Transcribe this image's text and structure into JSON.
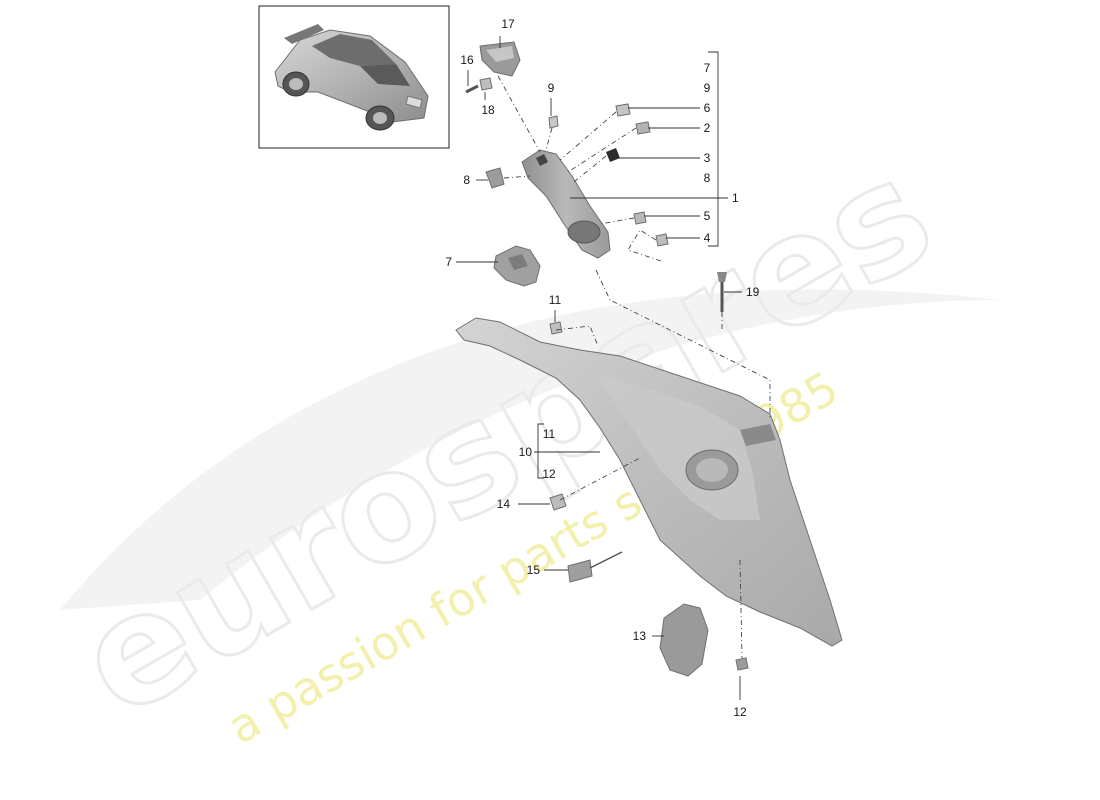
{
  "watermark": {
    "brand": "eurospares",
    "tagline": "a passion for parts since 1985",
    "brand_color": "#e9e9e9",
    "tagline_color": "#f2f0a8"
  },
  "callouts": {
    "c1": "1",
    "c2": "2",
    "c3a": "3",
    "c3b": "8",
    "c4": "4",
    "c5": "5",
    "c6": "6",
    "c7top": "7",
    "c9top": "9",
    "c7": "7",
    "c8": "8",
    "c9": "9",
    "c10": "10",
    "c11a": "11",
    "c12a": "12",
    "c11": "11",
    "c12": "12",
    "c13": "13",
    "c14": "14",
    "c15": "15",
    "c16": "16",
    "c17": "17",
    "c18": "18",
    "c19": "19"
  }
}
